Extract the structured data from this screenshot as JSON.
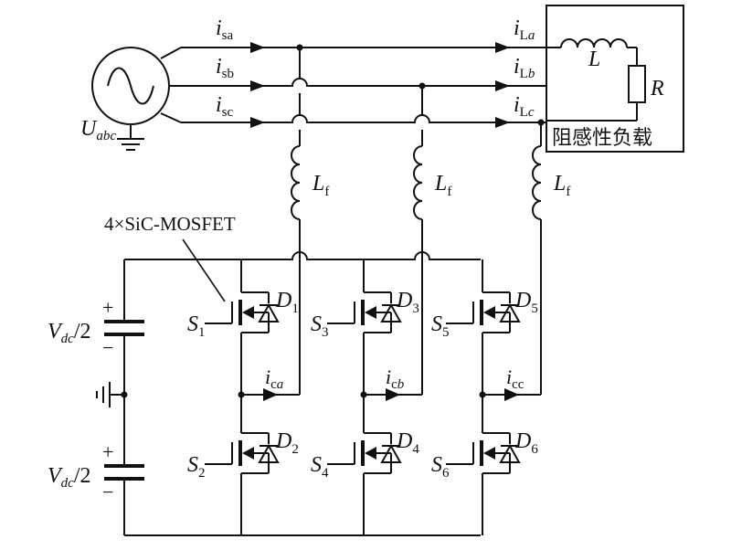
{
  "source": {
    "label_main": "U",
    "label_sub": "abc"
  },
  "currents": {
    "isa": {
      "main": "i",
      "sub": "sa"
    },
    "isb": {
      "main": "i",
      "sub": "sb"
    },
    "isc": {
      "main": "i",
      "sub": "sc"
    },
    "iLa": {
      "main": "i",
      "sub": "L",
      "sub2": "a"
    },
    "iLb": {
      "main": "i",
      "sub": "L",
      "sub2": "b"
    },
    "iLc": {
      "main": "i",
      "sub": "L",
      "sub2": "c"
    },
    "ica": {
      "main": "i",
      "sub": "c",
      "sub2": "a"
    },
    "icb": {
      "main": "i",
      "sub": "c",
      "sub2": "b"
    },
    "icc": {
      "main": "i",
      "sub": "cc"
    }
  },
  "load": {
    "inductor": "L",
    "resistor": "R",
    "caption": "阻感性负载"
  },
  "filters": {
    "main": "L",
    "sub": "f"
  },
  "mosfet_note": "4×SiC-MOSFET",
  "dc_link": {
    "main": "V",
    "sub": "dc",
    "suffix": "/2",
    "plus": "+",
    "minus": "−"
  },
  "switches": [
    {
      "s": "S",
      "s_sub": "1",
      "d": "D",
      "d_sub": "1"
    },
    {
      "s": "S",
      "s_sub": "2",
      "d": "D",
      "d_sub": "2"
    },
    {
      "s": "S",
      "s_sub": "3",
      "d": "D",
      "d_sub": "3"
    },
    {
      "s": "S",
      "s_sub": "4",
      "d": "D",
      "d_sub": "4"
    },
    {
      "s": "S",
      "s_sub": "5",
      "d": "D",
      "d_sub": "5"
    },
    {
      "s": "S",
      "s_sub": "6",
      "d": "D",
      "d_sub": "6"
    }
  ]
}
